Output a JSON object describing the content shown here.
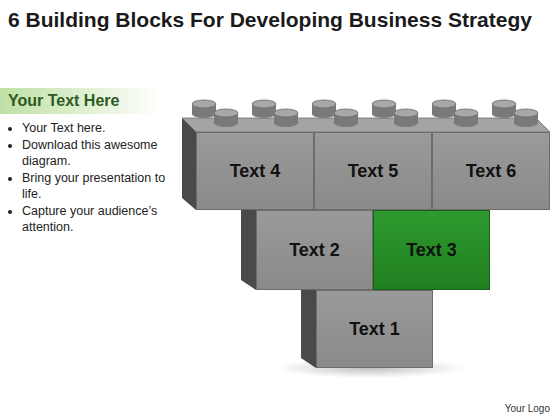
{
  "diagram": {
    "title": "6 Building Blocks For Developing Business Strategy",
    "nodes": [
      {
        "text": [
          "Your Text Here"
        ]
      },
      {
        "text": [
          "Text 4"
        ]
      },
      {
        "text": [
          "Text 5"
        ]
      },
      {
        "text": [
          "Text 6"
        ]
      },
      {
        "text": [
          "Text 2"
        ]
      },
      {
        "text": [
          "Text 3"
        ]
      },
      {
        "text": [
          "Text 1"
        ]
      }
    ],
    "labels": [
      "Your Text here.",
      "Download this awesome diagram.",
      "Bring your presentation to life.",
      "Capture your audience’s attention.",
      "Your Logo"
    ]
  }
}
